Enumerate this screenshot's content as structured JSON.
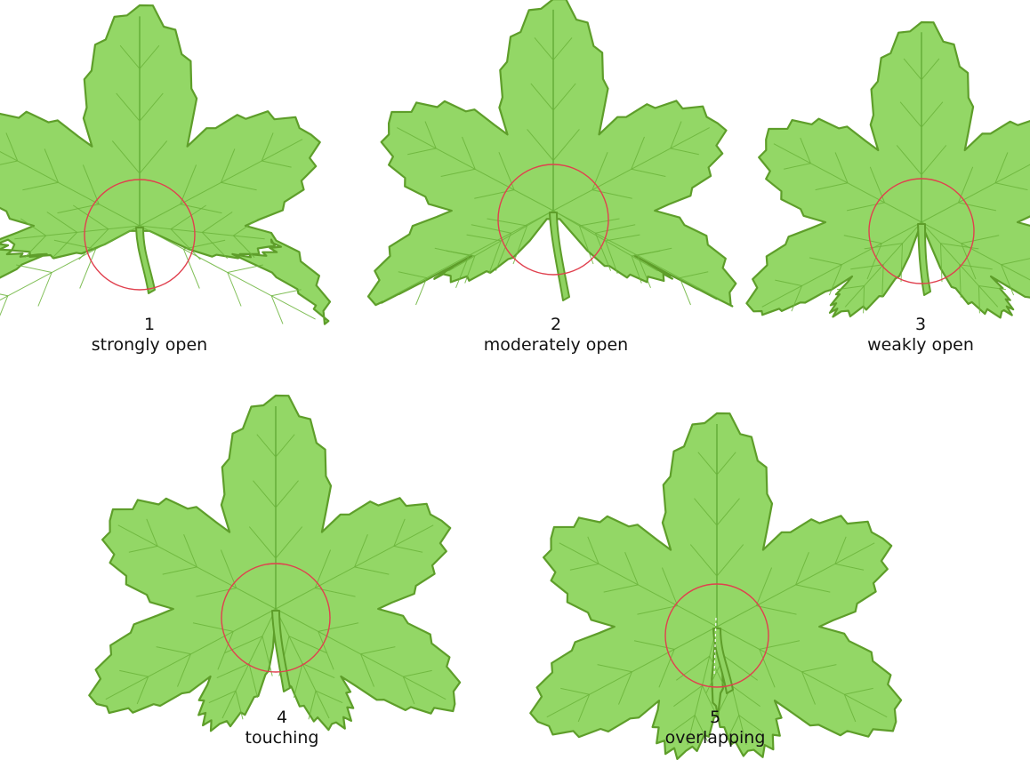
{
  "items": [
    {
      "number": "1",
      "label": "strongly open"
    },
    {
      "number": "2",
      "label": "moderately open"
    },
    {
      "number": "3",
      "label": "weakly open"
    },
    {
      "number": "4",
      "label": "touching"
    },
    {
      "number": "5",
      "label": "overlapping"
    }
  ],
  "colors": {
    "leaf_fill": "#93d766",
    "leaf_outline": "#5e9e2a",
    "vein": "#6bb43b",
    "circle": "#e0404e"
  }
}
